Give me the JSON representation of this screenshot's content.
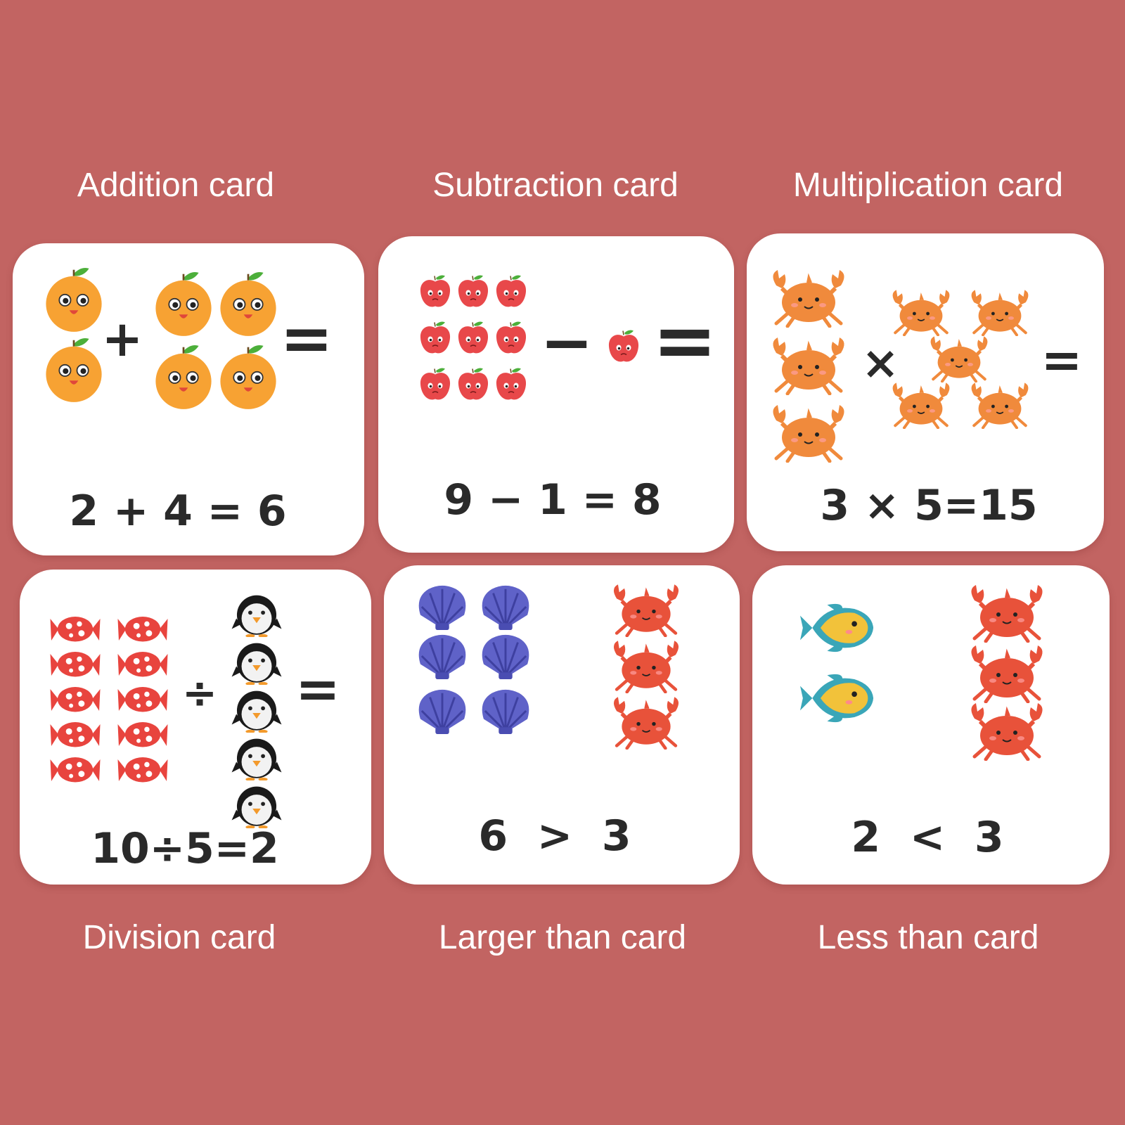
{
  "captions": {
    "addition": "Addition card",
    "subtraction": "Subtraction card",
    "multiplication": "Multiplication card",
    "division": "Division card",
    "larger": "Larger than card",
    "less": "Less than card"
  },
  "equations": {
    "addition": "2 + 4 = 6",
    "subtraction": "9 − 1 = 8",
    "multiplication": "3 × 5=15",
    "division": "10÷5=2",
    "larger": "6  >  3",
    "less": "2  <  3"
  },
  "operators": {
    "plus": "+",
    "minus": "−",
    "times": "×",
    "divide": "÷",
    "equals": "="
  },
  "colors": {
    "background": "#c26462",
    "card": "#ffffff",
    "text": "#2a2a2a",
    "orange": "#f7a233",
    "apple": "#e8484a",
    "crab_orange": "#f08a3c",
    "crab_red": "#e8523a",
    "shell": "#5f62c8",
    "fish": "#f2c23a",
    "fish_fin": "#3aa6b8",
    "candy": "#e8443e"
  },
  "icons": [
    "orange-icon",
    "apple-icon",
    "crab-icon",
    "candy-icon",
    "penguin-icon",
    "shell-icon",
    "fish-icon"
  ]
}
